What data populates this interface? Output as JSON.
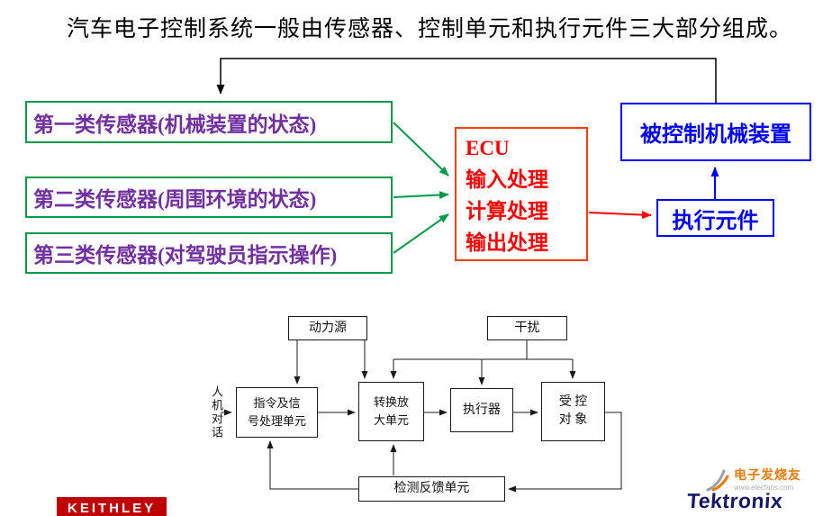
{
  "title": "汽车电子控制系统一般由传感器、控制单元和执行元件三大部分组成。",
  "upper": {
    "sensor1": "第一类传感器(机械装置的状态)",
    "sensor2": "第二类传感器(周围环境的状态)",
    "sensor3": "第三类传感器(对驾驶员指示操作)",
    "ecu": {
      "line1": "ECU",
      "line2": "输入处理",
      "line3": "计算处理",
      "line4": "输出处理"
    },
    "controlled": "被控制机械装置",
    "actuator": "执行元件"
  },
  "lower": {
    "power": "动力源",
    "disturbance": "干扰",
    "hmi": "人机对话",
    "command_line1": "指令及信",
    "command_line2": "号处理单元",
    "converter_line1": "转换放",
    "converter_line2": "大单元",
    "actuator": "执行器",
    "object_line1": "受  控",
    "object_line2": "对  象",
    "feedback": "检测反馈单元"
  },
  "logos": {
    "keithley": "KEITHLEY",
    "tektronix": "Tektronix",
    "watermark_name": "电子发烧友",
    "watermark_url": "www.elecfans.com"
  },
  "colors": {
    "green": "#009a49",
    "purple": "#7030a0",
    "ecu-border": "#ff3c00",
    "red": "#ff0000",
    "blue": "#0000ff",
    "line": "#1a1a1a",
    "keithley-red": "#c00000",
    "tek-blue": "#16166b",
    "wm-orange": "#f07800"
  }
}
